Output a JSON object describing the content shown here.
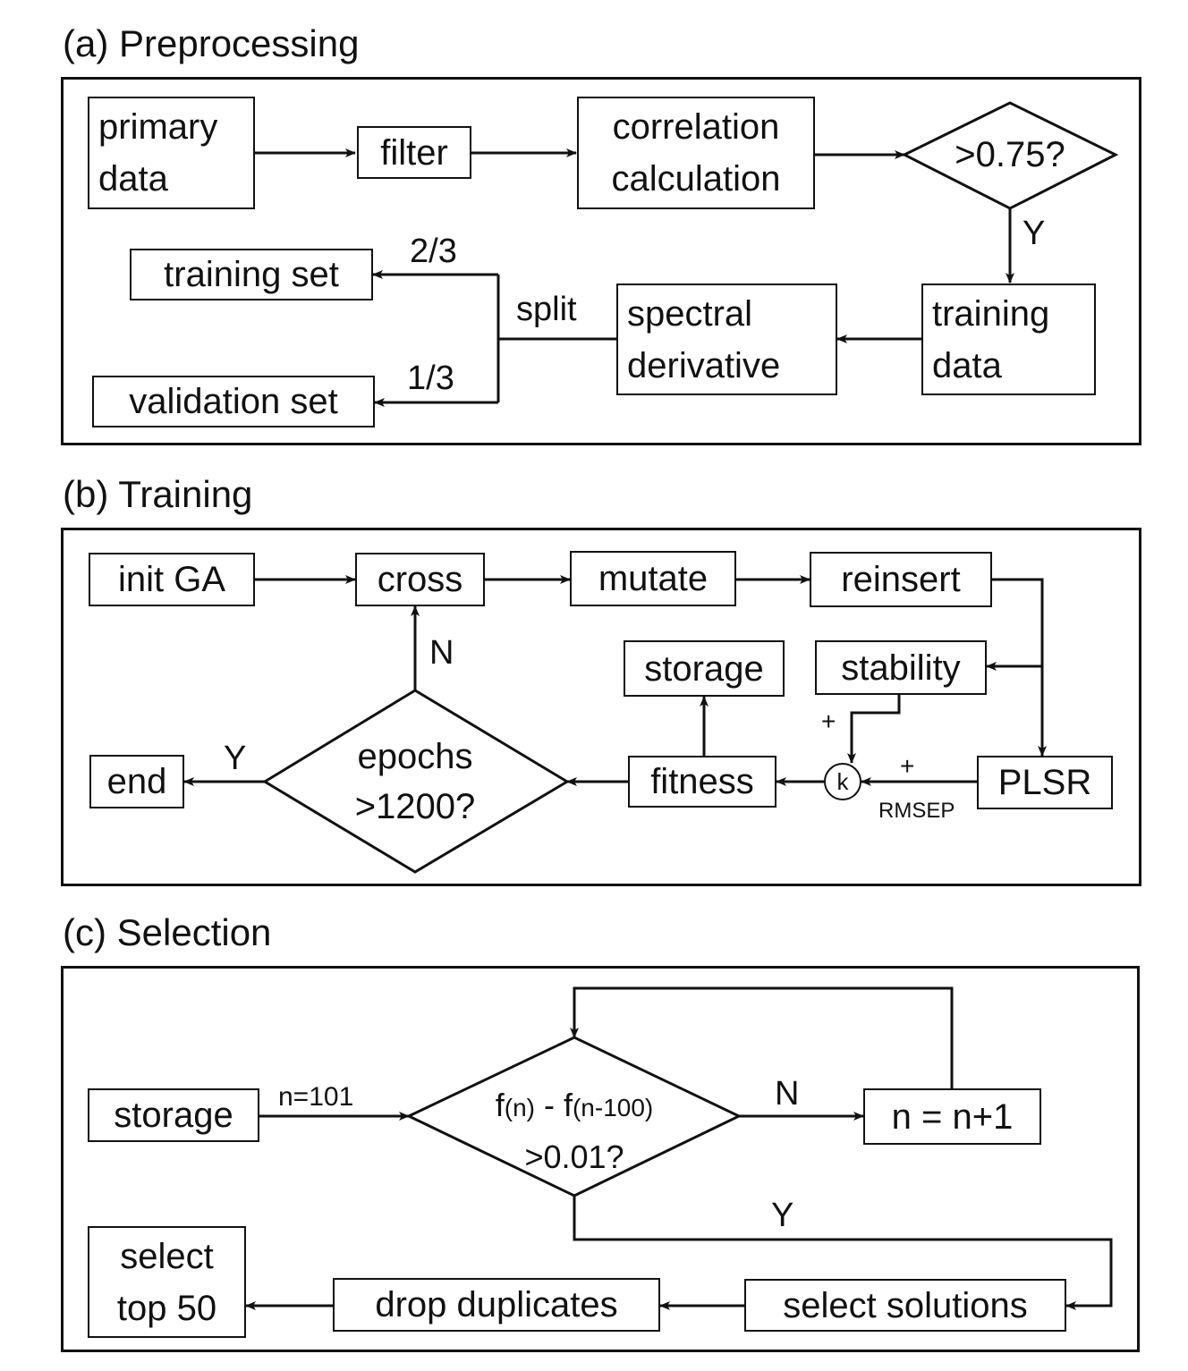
{
  "sections": {
    "a": {
      "title": "(a) Preprocessing",
      "nodes": {
        "primary_data": "primary\ndata",
        "filter": "filter",
        "correlation": "correlation\ncalculation",
        "threshold": ">0.75?",
        "training_data": "training\ndata",
        "spectral": "spectral\nderivative",
        "training_set": "training set",
        "validation_set": "validation set"
      },
      "labels": {
        "yes": "Y",
        "split": "split",
        "train_frac": "2/3",
        "valid_frac": "1/3"
      }
    },
    "b": {
      "title": "(b) Training",
      "nodes": {
        "init": "init GA",
        "cross": "cross",
        "mutate": "mutate",
        "reinsert": "reinsert",
        "stability": "stability",
        "storage": "storage",
        "plsr": "PLSR",
        "fitness": "fitness",
        "epochs": "epochs\n>1200?",
        "end": "end",
        "k": "k"
      },
      "labels": {
        "no": "N",
        "yes": "Y",
        "plus_stability": "+",
        "plus_rmsep": "+",
        "rmsep": "RMSEP"
      }
    },
    "c": {
      "title": "(c) Selection",
      "nodes": {
        "storage": "storage",
        "cond_f1": "f",
        "cond_n": "(n)",
        "cond_mid": " - f",
        "cond_n100": "(n-100)",
        "cond_line2": ">0.01?",
        "increment": "n = n+1",
        "select_solutions": "select solutions",
        "drop_duplicates": "drop duplicates",
        "select_top": "select\ntop 50"
      },
      "labels": {
        "n_init": "n=101",
        "no": "N",
        "yes": "Y"
      }
    }
  }
}
